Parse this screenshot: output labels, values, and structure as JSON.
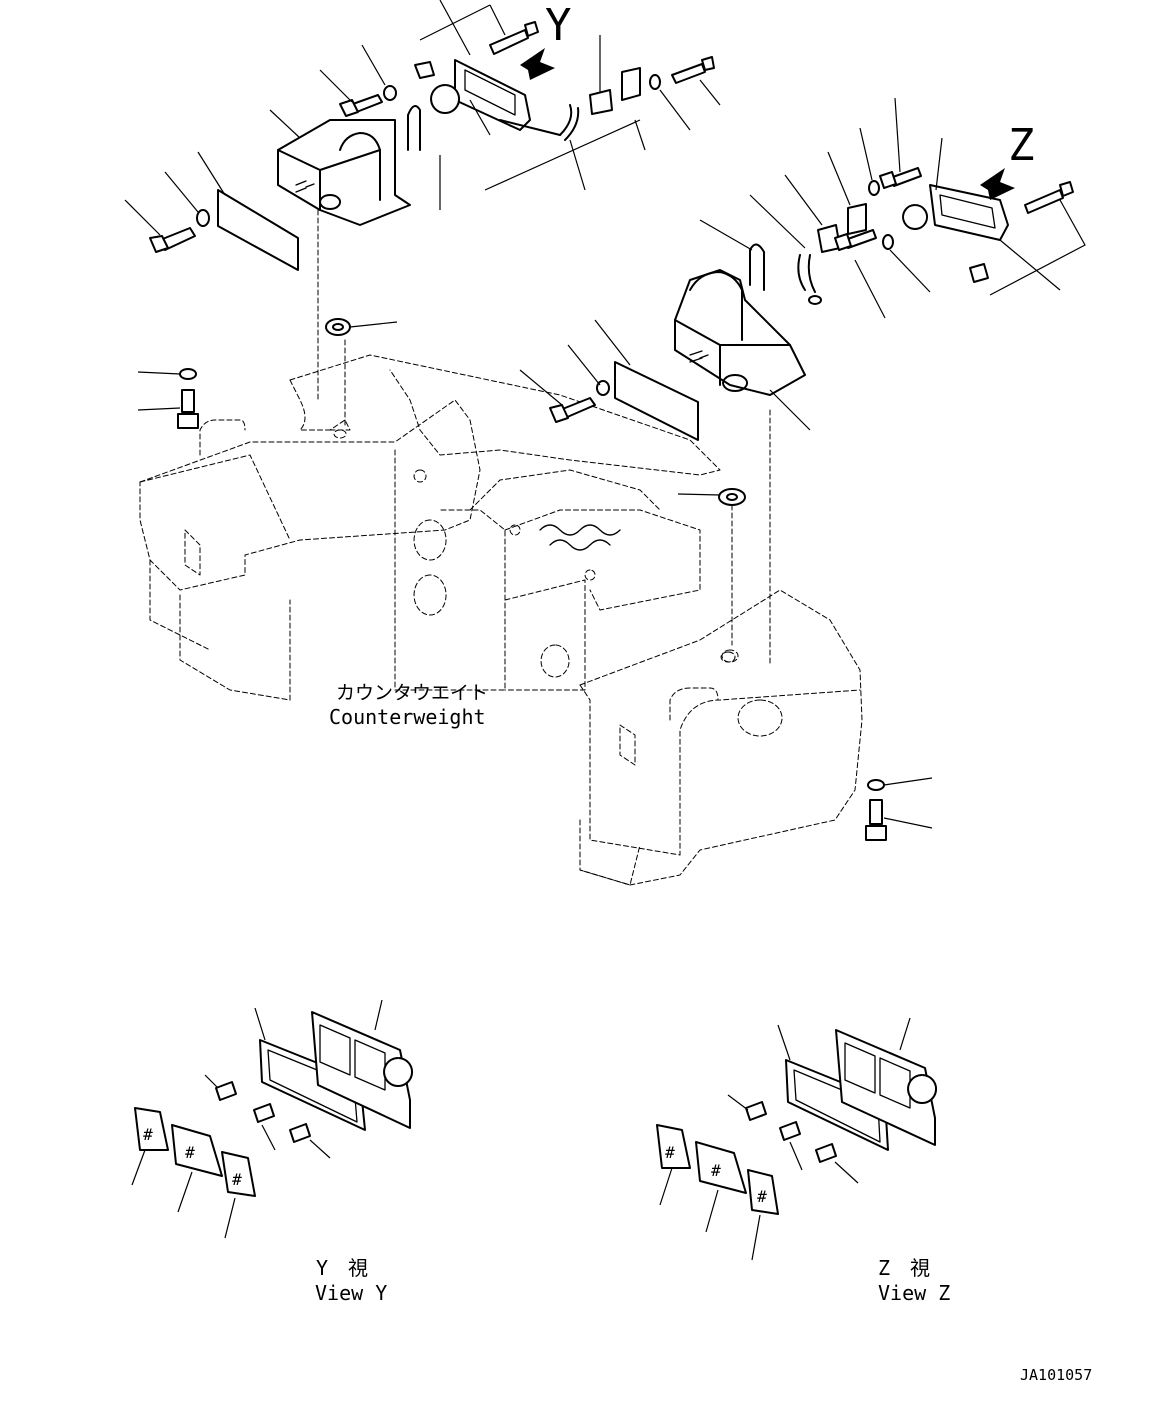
{
  "labels": {
    "view_arrow_y": "Y",
    "view_arrow_z": "Z",
    "counterweight_jp": "カウンタウエイト",
    "counterweight_en": "Counterweight",
    "view_y_jp": "Y　視",
    "view_y_en": "View Y",
    "view_z_jp": "Z　視",
    "view_z_en": "View Z",
    "drawing_number": "JA101057"
  }
}
